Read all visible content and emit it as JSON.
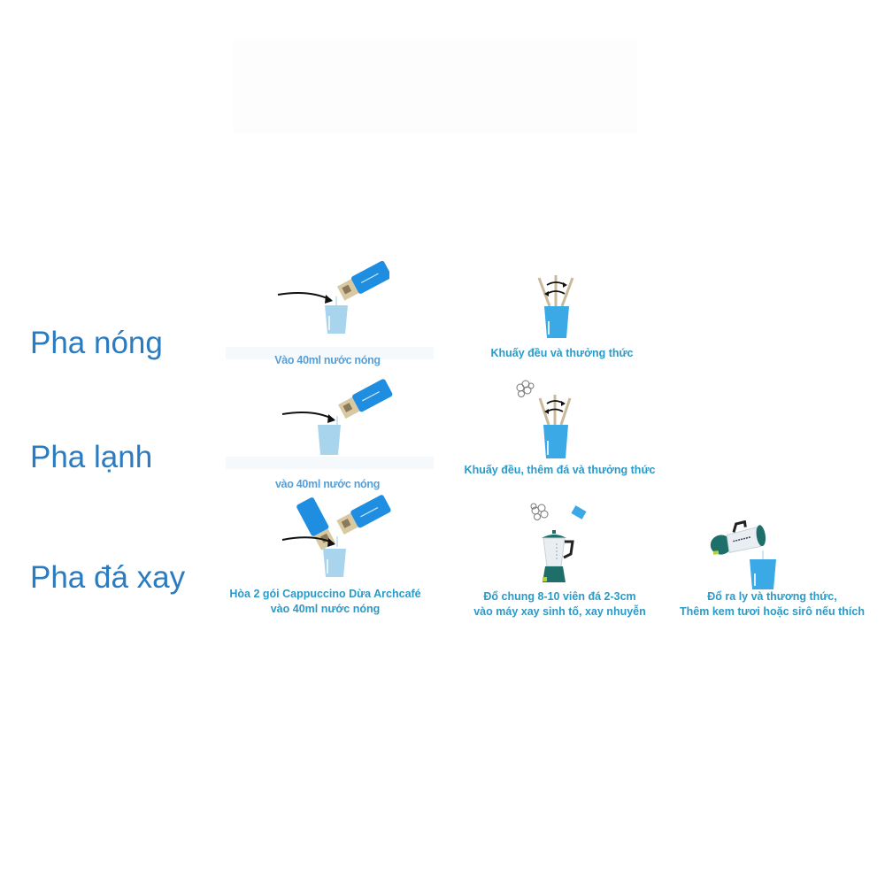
{
  "methods": [
    {
      "label": "Pha nóng",
      "steps": [
        {
          "caption": "Vào 40ml nước nóng",
          "rendered_caption": "Vào 40ml nước nóng"
        },
        {
          "caption": "Khuấy đều và thưởng thức"
        }
      ]
    },
    {
      "label": "Pha lạnh",
      "steps": [
        {
          "caption": "vào 40ml nước nóng",
          "rendered_caption": "vào 40ml nước nóng"
        },
        {
          "caption": "Khuấy đều, thêm đá và thưởng thức"
        }
      ]
    },
    {
      "label": "Pha đá xay",
      "steps": [
        {
          "caption_line1": "Hòa 2 gói Cappuccino Dừa Archcafé",
          "caption_line2": "vào 40ml nước nóng"
        },
        {
          "caption_line1": "Đổ chung 8-10 viên đá 2-3cm",
          "caption_line2": "vào máy xay sinh tố, xay nhuyễn"
        },
        {
          "caption_line1": "Đổ ra ly và thương thức,",
          "caption_line2": "Thêm kem tươi hoặc sirô nếu thích"
        }
      ]
    }
  ],
  "icons": {
    "sachet": "coffee-sachet-icon",
    "glass": "water-glass-icon",
    "arrow": "pointing-arrow-icon",
    "stir": "stirring-straws-icon",
    "ice": "ice-cubes-icon",
    "blender": "blender-icon"
  },
  "colors": {
    "label_blue": "#2a7bc0",
    "caption_blue": "#2a9ac8",
    "glass_light": "#a9d4ee",
    "glass_bright": "#3aa9e6",
    "sachet_blue": "#1f8ee0",
    "sachet_tan": "#d9c9a3",
    "blender_teal": "#1e6e6a"
  }
}
